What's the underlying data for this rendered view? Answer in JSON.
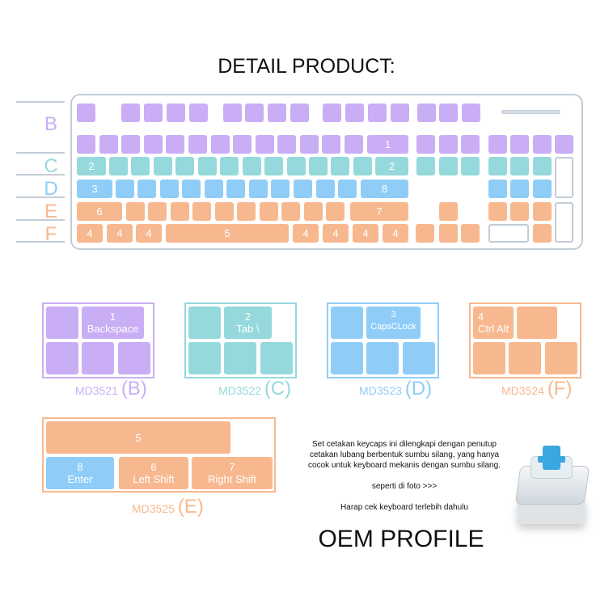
{
  "title": "DETAIL PRODUCT:",
  "colors": {
    "B": "#c9aef5",
    "C": "#95d9dc",
    "D": "#8fcdf8",
    "E": "#f8b88f",
    "F": "#f8b88f",
    "frame": "#c3ccd6"
  },
  "row_labels": [
    "B",
    "C",
    "D",
    "E",
    "F"
  ],
  "keyboard_labels": {
    "backspace": "1",
    "tab": "2",
    "enter_row2": "2",
    "caps": "3",
    "enter": "8",
    "lshift": "6",
    "rshift": "7",
    "ctrl1": "4",
    "ctrl2": "4",
    "ctrl3": "4",
    "space": "5",
    "alt1": "4",
    "alt2": "4",
    "alt3": "4",
    "alt4": "4"
  },
  "sets": [
    {
      "code": "MD3521",
      "group": "(B)",
      "num": "1",
      "name": "Backspace"
    },
    {
      "code": "MD3522",
      "group": "(C)",
      "num": "2",
      "name": "Tab \\"
    },
    {
      "code": "MD3523",
      "group": "(D)",
      "num": "3",
      "name": "CapsCLock"
    },
    {
      "code": "MD3524",
      "group": "(F)",
      "num": "4",
      "name": "Ctrl Alt"
    },
    {
      "code": "MD3525",
      "group": "(E)",
      "space": "5",
      "enter_num": "8",
      "enter": "Enter",
      "lshift_num": "6",
      "lshift": "Left Shift",
      "rshift_num": "7",
      "rshift": "Right Shift"
    }
  ],
  "note": {
    "line1": "Set cetakan keycaps ini dilengkapi dengan penutup",
    "line2": "cetakan lubang berbentuk sumbu silang, yang hanya",
    "line3": "cocok untuk keyboard mekanis dengan sumbu silang.",
    "line4": "seperti di foto >>>",
    "line5": "Harap cek keyboard terlebih dahulu"
  },
  "profile": "OEM PROFILE"
}
